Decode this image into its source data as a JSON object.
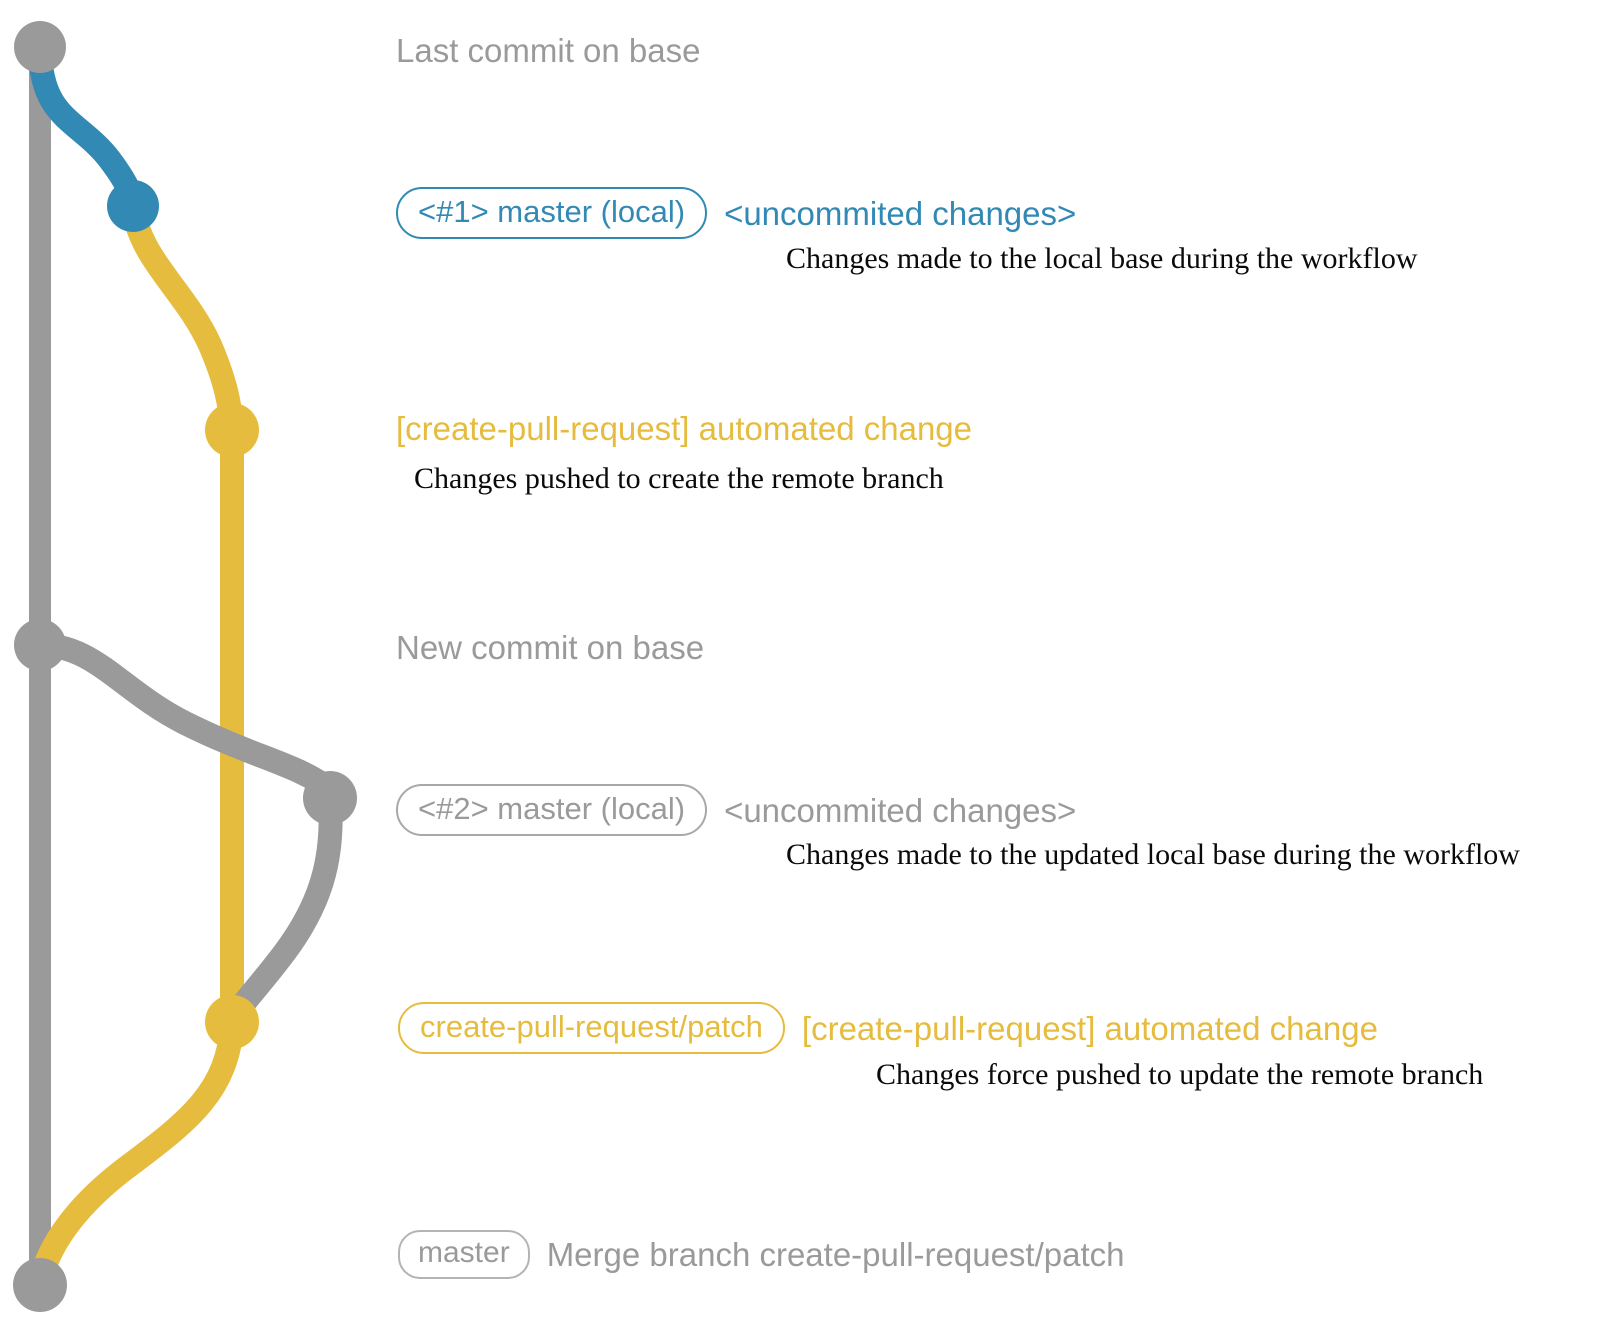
{
  "diagram": {
    "title": "git-graph-create-pull-request-workflow",
    "colors": {
      "base_gray": "#9a9a9a",
      "local_blue": "#3289b4",
      "patch_yellow": "#e6bc3f",
      "note_text": "#0a0a0a",
      "background": "#ffffff"
    }
  },
  "commits": [
    {
      "id": "base-last",
      "color": "base_gray",
      "ref": null,
      "subject": "Last commit on base",
      "note": null
    },
    {
      "id": "local-1",
      "color": "local_blue",
      "ref": "<#1> master (local)",
      "subject": "<uncommited changes>",
      "note": "Changes made to the local base during the workflow"
    },
    {
      "id": "patch-1",
      "color": "patch_yellow",
      "ref": null,
      "subject": "[create-pull-request] automated change",
      "note": "Changes pushed to create the remote branch"
    },
    {
      "id": "base-new",
      "color": "base_gray",
      "ref": null,
      "subject": "New commit on base",
      "note": null
    },
    {
      "id": "local-2",
      "color": "base_gray",
      "ref": "<#2> master (local)",
      "subject": "<uncommited changes>",
      "note": "Changes made to the updated local base during the workflow"
    },
    {
      "id": "patch-2",
      "color": "patch_yellow",
      "ref": "create-pull-request/patch",
      "subject": "[create-pull-request] automated change",
      "note": "Changes force pushed to update the remote branch"
    },
    {
      "id": "merge",
      "color": "base_gray",
      "ref": "master",
      "subject": "Merge branch create-pull-request/patch",
      "note": null
    }
  ]
}
